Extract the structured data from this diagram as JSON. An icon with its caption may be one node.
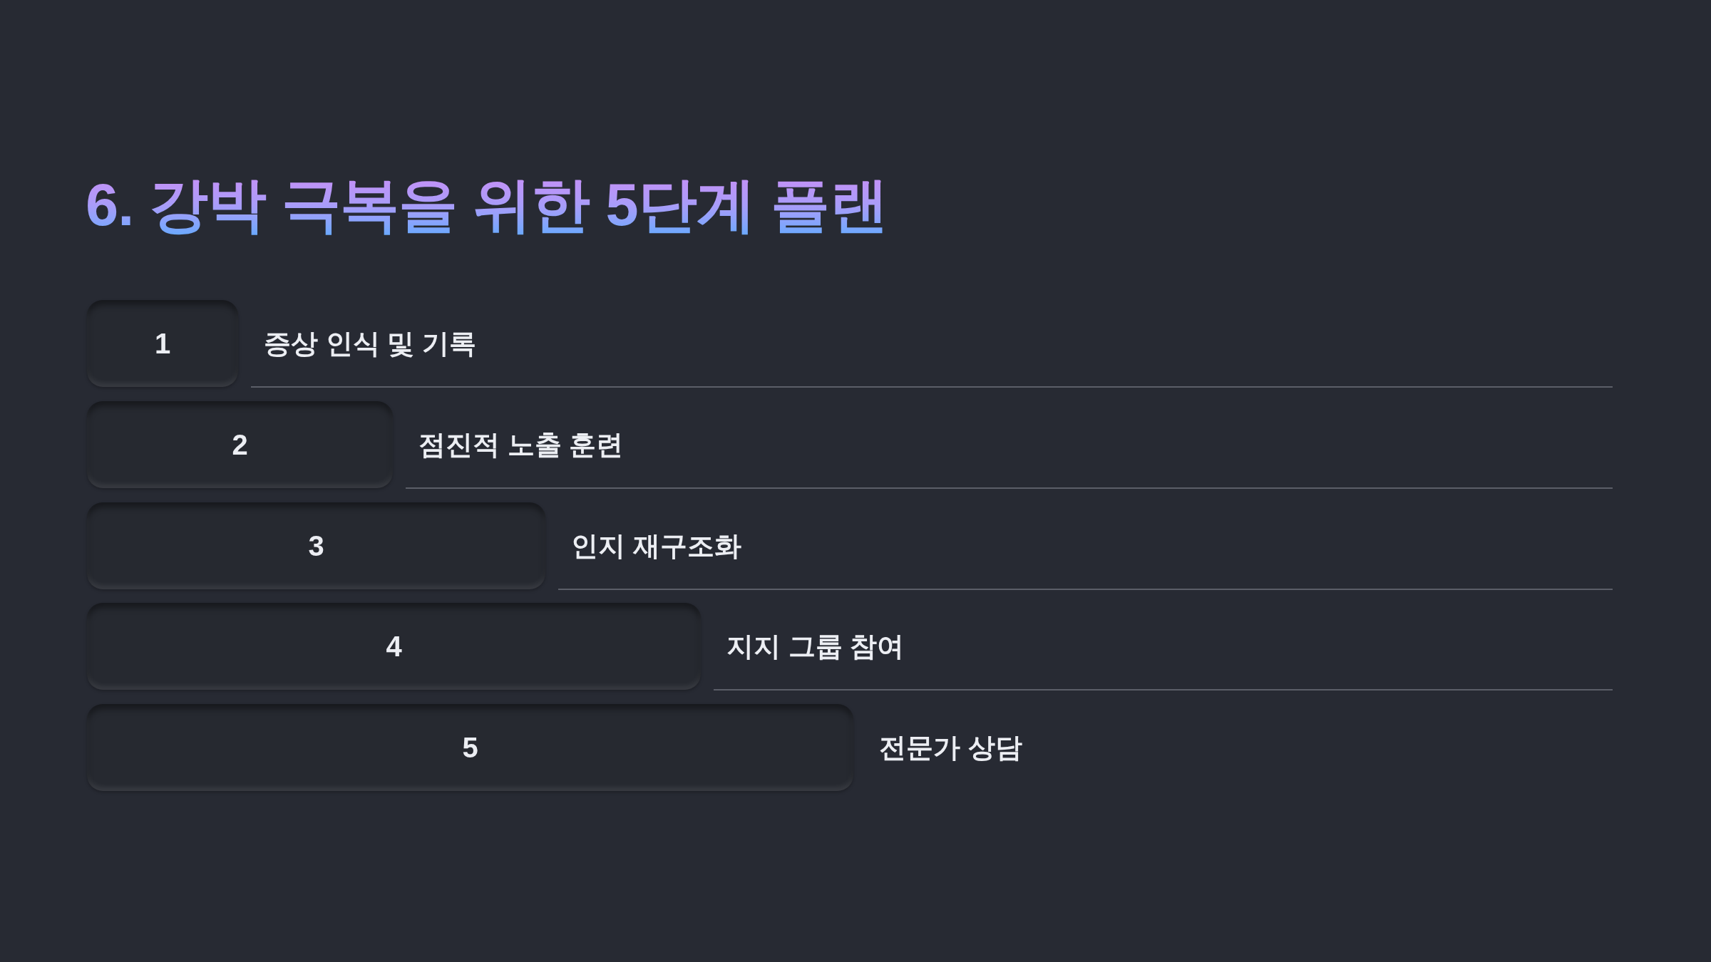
{
  "diagram": {
    "title": "6. 강박 극복을 위한 5단계 플랜",
    "nodes": [
      {
        "text": [
          "1"
        ],
        "beside": [
          "증상 인식 및 기록"
        ]
      },
      {
        "text": [
          "2"
        ],
        "beside": [
          "점진적 노출 훈련"
        ]
      },
      {
        "text": [
          "3"
        ],
        "beside": [
          "인지 재구조화"
        ]
      },
      {
        "text": [
          "4"
        ],
        "beside": [
          "지지 그룹 참여"
        ]
      },
      {
        "text": [
          "5"
        ],
        "beside": [
          "전문가 상담"
        ]
      }
    ]
  }
}
